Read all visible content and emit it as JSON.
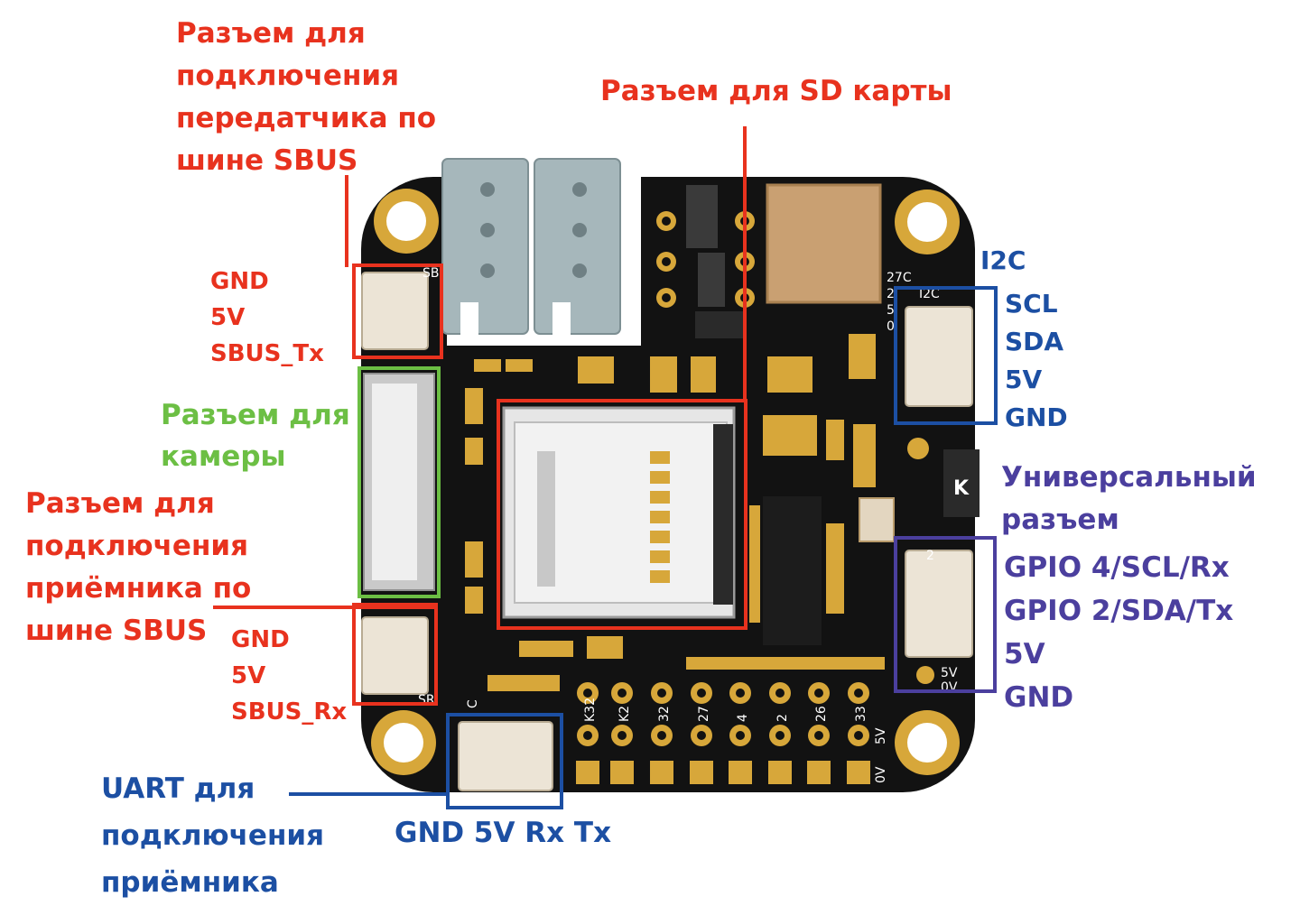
{
  "labels": {
    "sbus_tx_title": [
      "Разъем для",
      "подключения",
      "передатчика по",
      "шине SBUS"
    ],
    "sbus_tx_pins": [
      "GND",
      "5V",
      "SBUS_Tx"
    ],
    "sd_title": "Разъем для SD карты",
    "camera_title": [
      "Разъем для",
      "камеры"
    ],
    "sbus_rx_title": [
      "Разъем для",
      "подключения",
      "приёмника по",
      "шине SBUS"
    ],
    "sbus_rx_pins": [
      "GND",
      "5V",
      "SBUS_Rx"
    ],
    "uart_title": [
      "UART для",
      "подключения",
      "приёмника"
    ],
    "uart_pins": "GND 5V Rx Tx",
    "i2c_title": "I2C",
    "i2c_pins": [
      "SCL",
      "SDA",
      "5V",
      "GND"
    ],
    "universal_title": [
      "Универсальный",
      "разъем"
    ],
    "universal_pins": [
      "GPIO 4/SCL/Rx",
      "GPIO 2/SDA/Tx",
      "5V",
      "GND"
    ]
  },
  "silkscreen": {
    "header_pins": [
      "K32",
      "K2",
      "32",
      "27",
      "4",
      "2",
      "26",
      "33"
    ],
    "power_pins": [
      "5V",
      "0V"
    ],
    "i2c_silk": [
      "27C",
      "2",
      "5",
      "0"
    ],
    "i2c_silk_title": "I2C",
    "sbus_silk": "SB",
    "sbus_rx_silk": "SR",
    "uart_silk": "C",
    "universal_silk": "2",
    "universal_silk_pins": [
      "5V",
      "0V"
    ],
    "k_mark": "K"
  },
  "colors": {
    "red": "#e8321e",
    "green": "#6cbf44",
    "blue": "#1c4fa3",
    "purple": "#4b3f9e",
    "board": "#121212",
    "gold": "#d7a73a"
  }
}
